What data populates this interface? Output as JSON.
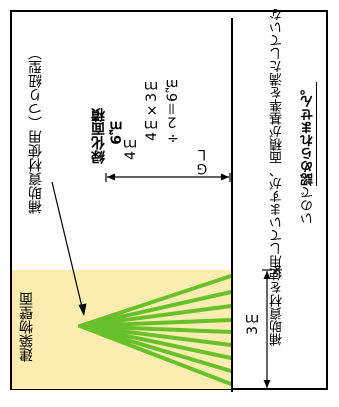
{
  "labels": {
    "wall": "建築物壁面",
    "material": "補助資材使用（つり紐型）",
    "greening_title": "緑化面積",
    "greening_value": "6㎡",
    "width_dim": "4ｍ",
    "calc_line1": "4ｍ×3ｍ",
    "calc_line2": "÷２＝6㎡",
    "ground_line": "ＧＬ",
    "height_dim": "3ｍ"
  },
  "note": {
    "mark": "※",
    "line1": "補助資材を使用していますが、面積が基準を満たしていな",
    "line2_prefix": "いので",
    "line2_emph": "認められません。"
  },
  "colors": {
    "wall_fill": "#fbedb0",
    "plant_lines": "#6ac02c",
    "border": "#000000"
  }
}
